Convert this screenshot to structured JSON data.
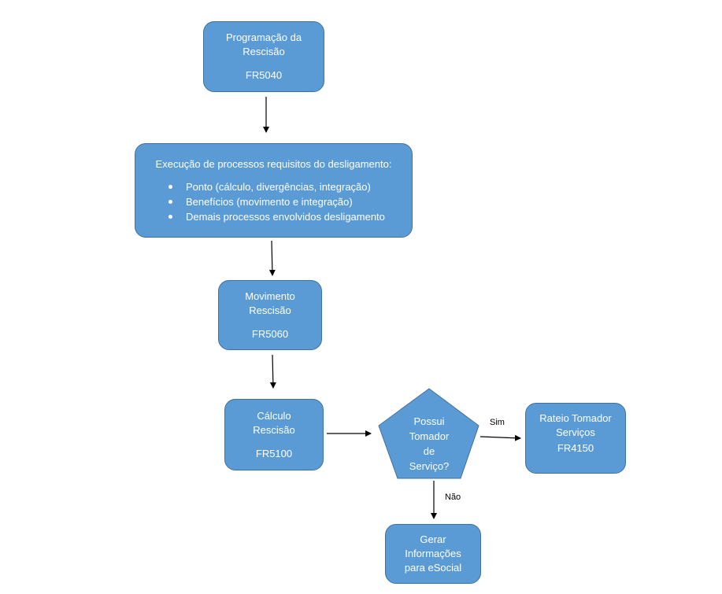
{
  "nodes": {
    "programacao": {
      "line1": "Programação da",
      "line2": "Rescisão",
      "code": "FR5040"
    },
    "execucao": {
      "title": "Execução de processos requisitos do desligamento:",
      "bullets": [
        "Ponto (cálculo, divergências, integração)",
        "Benefícios (movimento e integração)",
        "Demais processos envolvidos desligamento"
      ]
    },
    "movimento": {
      "line1": "Movimento",
      "line2": "Rescisão",
      "code": "FR5060"
    },
    "calculo": {
      "line1": "Cálculo",
      "line2": "Rescisão",
      "code": "FR5100"
    },
    "decisao": {
      "line1": "Possui",
      "line2": "Tomador",
      "line3": "de",
      "line4": "Serviço?"
    },
    "rateio": {
      "line1": "Rateio Tomador",
      "line2": "Serviços",
      "code": "FR4150"
    },
    "gerar": {
      "line1": "Gerar",
      "line2": "Informações",
      "line3": "para eSocial"
    }
  },
  "edges": {
    "sim_label": "Sim",
    "nao_label": "Não"
  },
  "colors": {
    "node_fill": "#5b9bd5",
    "node_border": "#41719c",
    "text": "#ffffff",
    "arrow": "#000000"
  }
}
